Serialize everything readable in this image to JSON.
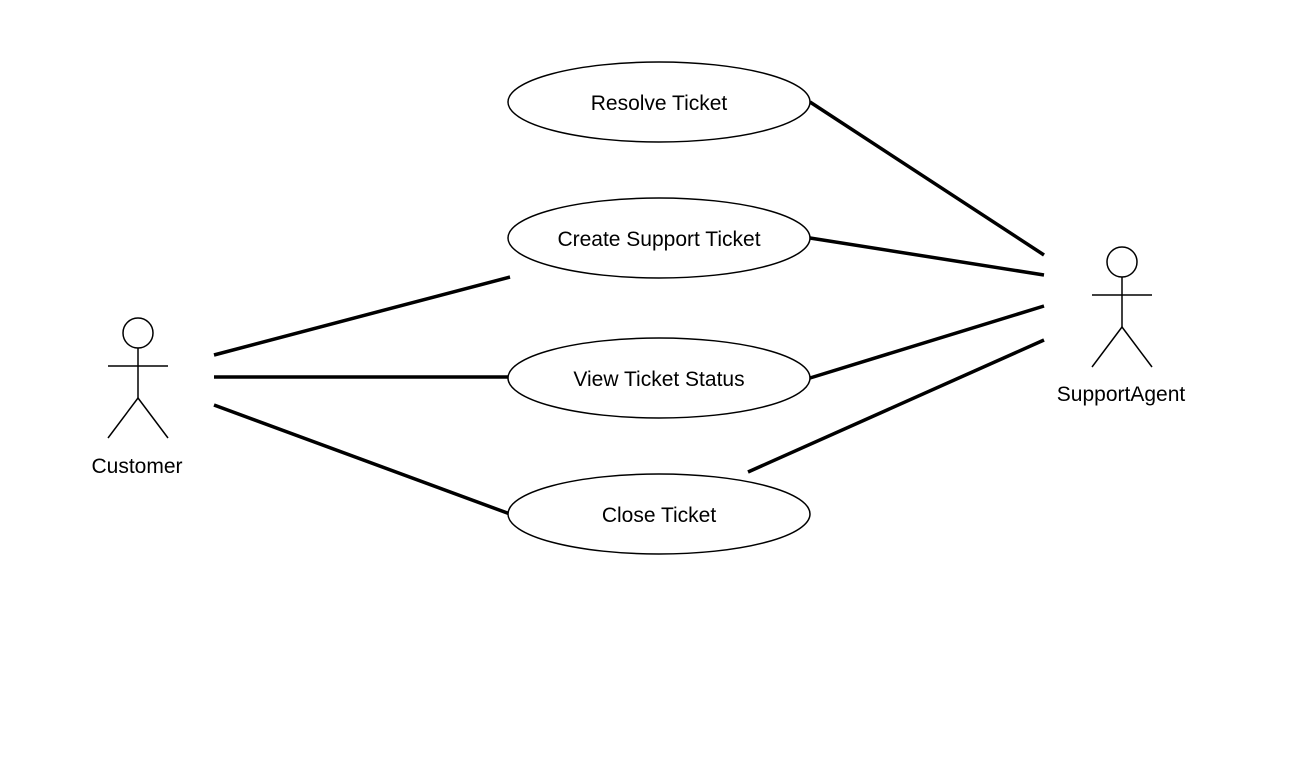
{
  "diagram": {
    "type": "uml-use-case",
    "actors": [
      {
        "id": "customer",
        "label": "Customer"
      },
      {
        "id": "support_agent",
        "label": "SupportAgent"
      }
    ],
    "use_cases": [
      {
        "id": "resolve_ticket",
        "label": "Resolve Ticket"
      },
      {
        "id": "create_support_ticket",
        "label": "Create Support Ticket"
      },
      {
        "id": "view_ticket_status",
        "label": "View Ticket Status"
      },
      {
        "id": "close_ticket",
        "label": "Close Ticket"
      }
    ],
    "associations": [
      {
        "from": "customer",
        "to": "create_support_ticket"
      },
      {
        "from": "customer",
        "to": "view_ticket_status"
      },
      {
        "from": "customer",
        "to": "close_ticket"
      },
      {
        "from": "support_agent",
        "to": "resolve_ticket"
      },
      {
        "from": "support_agent",
        "to": "create_support_ticket"
      },
      {
        "from": "support_agent",
        "to": "view_ticket_status"
      },
      {
        "from": "support_agent",
        "to": "close_ticket"
      }
    ],
    "colors": {
      "stroke": "#000000",
      "background": "#ffffff"
    }
  }
}
